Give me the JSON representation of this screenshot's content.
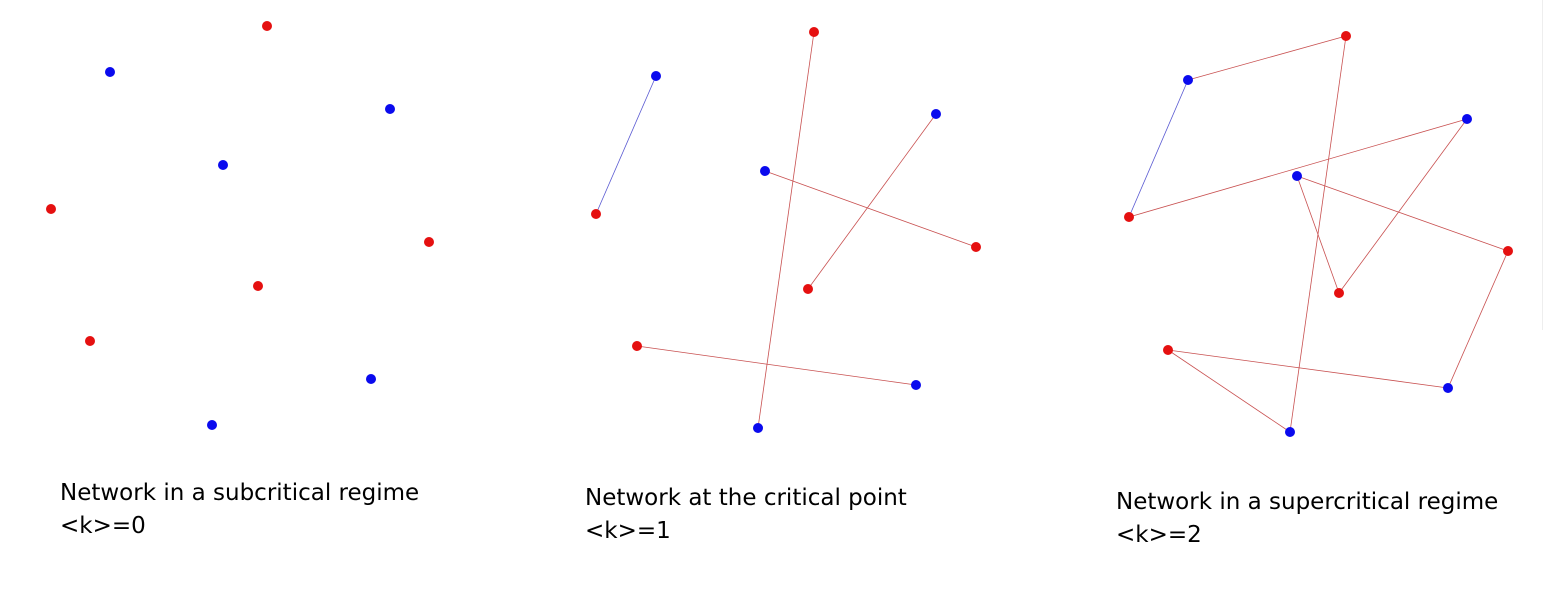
{
  "colors": {
    "node_blue": "#0a0aee",
    "node_red": "#e51010",
    "edge_red": "#c85050",
    "edge_blue": "#5a5ad2"
  },
  "panels": [
    {
      "caption_line1": "Network in a subcritical regime",
      "caption_line2": "<k>=0"
    },
    {
      "caption_line1": "Network at the critical point",
      "caption_line2": "<k>=1"
    },
    {
      "caption_line1": "Network in a supercritical regime",
      "caption_line2": "<k>=2"
    }
  ]
}
